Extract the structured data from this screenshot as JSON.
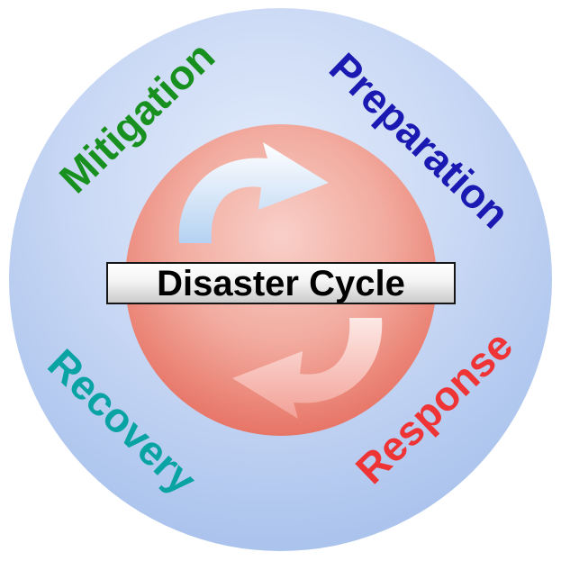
{
  "diagram": {
    "title": "Disaster Cycle",
    "phases": [
      {
        "id": "mitigation",
        "label": "Mitigation",
        "color": "#18901f"
      },
      {
        "id": "preparation",
        "label": "Preparation",
        "color": "#1a1ab2"
      },
      {
        "id": "recovery",
        "label": "Recovery",
        "color": "#0aa3a3"
      },
      {
        "id": "response",
        "label": "Response",
        "color": "#ee3434"
      }
    ],
    "icons": [
      {
        "name": "cycle-arrow-top-icon",
        "direction": "clockwise-right",
        "color": "#cfe3f9"
      },
      {
        "name": "cycle-arrow-bottom-icon",
        "direction": "clockwise-left",
        "color": "#f6b3aa"
      }
    ],
    "colors": {
      "outer_circle": "#b9cdf0",
      "inner_circle": "#e87a6c",
      "banner_background": "#e8e8e8",
      "banner_border": "#161616",
      "banner_text": "#000000"
    }
  }
}
